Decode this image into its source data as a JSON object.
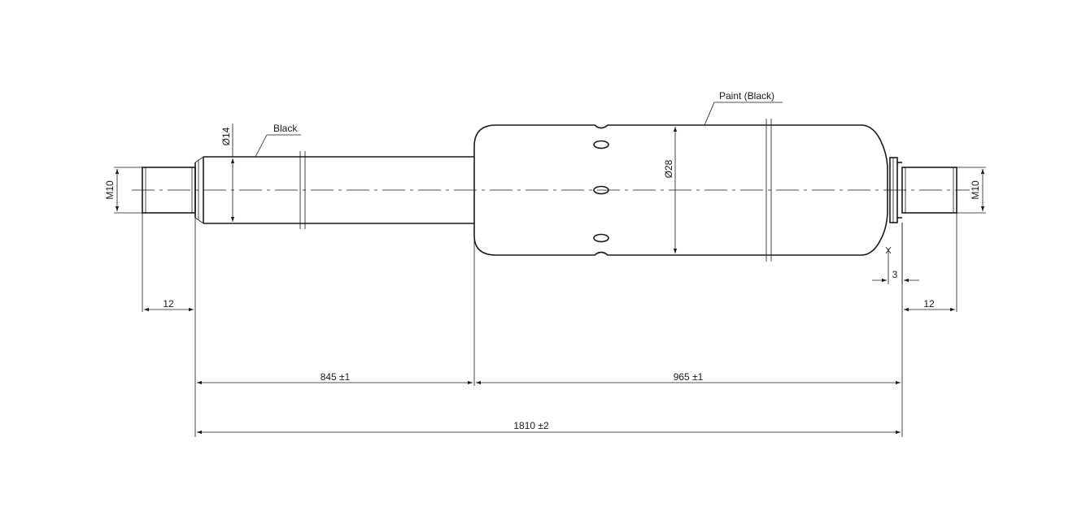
{
  "labels": {
    "m10_left": "M10",
    "m10_right": "M10",
    "dia_rod": "Ø14",
    "dia_body": "Ø28",
    "callout_rod": "Black",
    "callout_body": "Paint (Black)",
    "thread_left": "12",
    "thread_right": "12",
    "gap": "3",
    "rod_length": "845 ±1",
    "body_length": "965 ±1",
    "total_length": "1810 ±2"
  },
  "colors": {
    "line": "#1a1a1a",
    "background": "#ffffff"
  }
}
